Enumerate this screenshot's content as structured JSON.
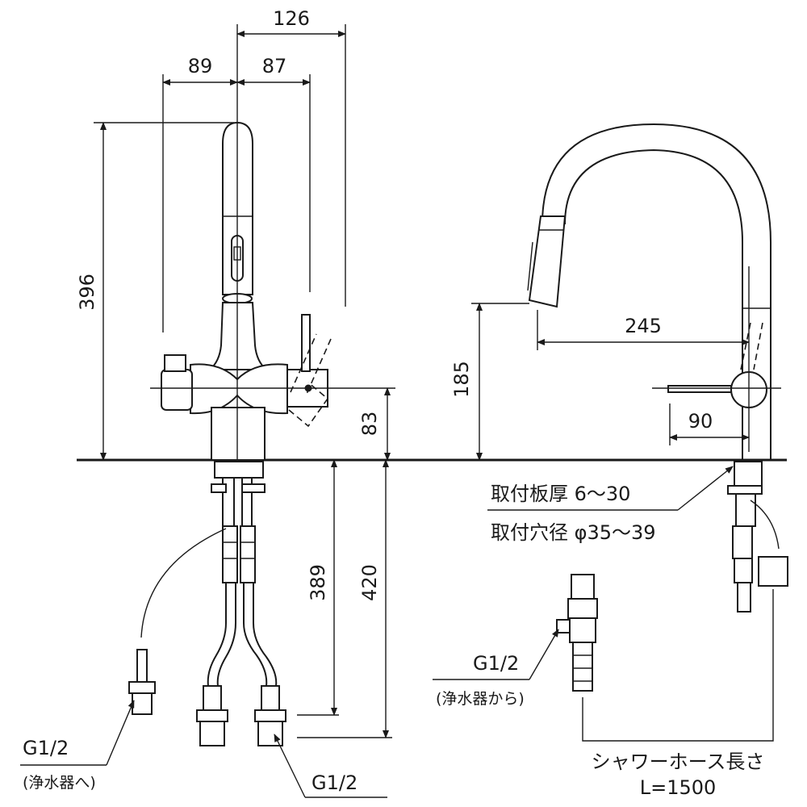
{
  "dimensions": {
    "width_total": "126",
    "left_offset": "89",
    "right_offset": "87",
    "height_total": "396",
    "body_height": "83",
    "below_counter_short": "389",
    "below_counter_long": "420",
    "spout_height": "185",
    "spout_reach": "245",
    "handle_offset": "90"
  },
  "notes": {
    "mount_thickness": "取付板厚 6～30",
    "mount_hole": "取付穴径 φ35～39"
  },
  "connections": {
    "filter_out_size": "G1/2",
    "filter_out_label": "(浄水器へ)",
    "supply_size": "G1/2",
    "filter_in_size": "G1/2",
    "filter_in_label": "(浄水器から)"
  },
  "hose": {
    "label": "シャワーホース長さ",
    "length": "L=1500"
  }
}
